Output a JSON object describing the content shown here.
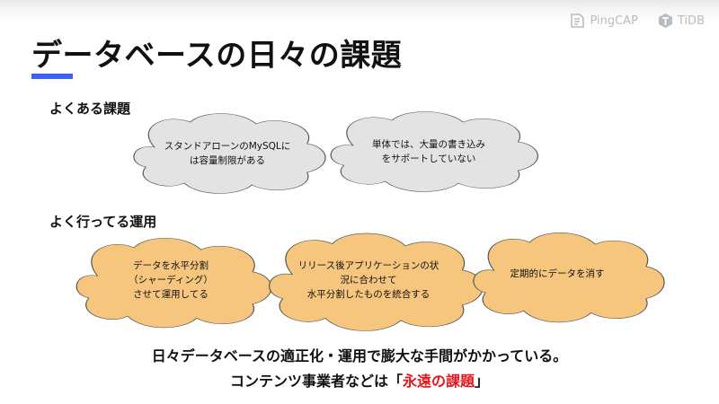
{
  "brand": {
    "pingcap": "PingCAP",
    "tidb": "TiDB",
    "pingcap_icon": "pingcap-logo-icon",
    "tidb_icon": "tidb-logo-icon"
  },
  "title": "データベースの日々の課題",
  "sections": {
    "common_issues": "よくある課題",
    "operations": "よく行ってる運用"
  },
  "issue_clouds": [
    "スタンドアローンのMySQLに\nは容量制限がある",
    "単体では、大量の書き込み\nをサポートしていない"
  ],
  "operation_clouds": [
    "データを水平分割\n（シャーディング）\nさせて運用してる",
    "リリース後アプリケーションの状\n況に合わせて\n水平分割したものを統合する",
    "定期的にデータを消す"
  ],
  "summary": {
    "line1": "日々データベースの適正化・運用で膨大な手間がかかっている。",
    "line2_prefix": "コンテンツ事業者などは「",
    "line2_emphasis": "永遠の課題",
    "line2_suffix": "」"
  },
  "colors": {
    "accent": "#3b63f2",
    "gray_cloud": "#e3e3e3",
    "orange_cloud": "#f6c67e",
    "emphasis": "#e8141b",
    "cloud_stroke": "#555555"
  }
}
